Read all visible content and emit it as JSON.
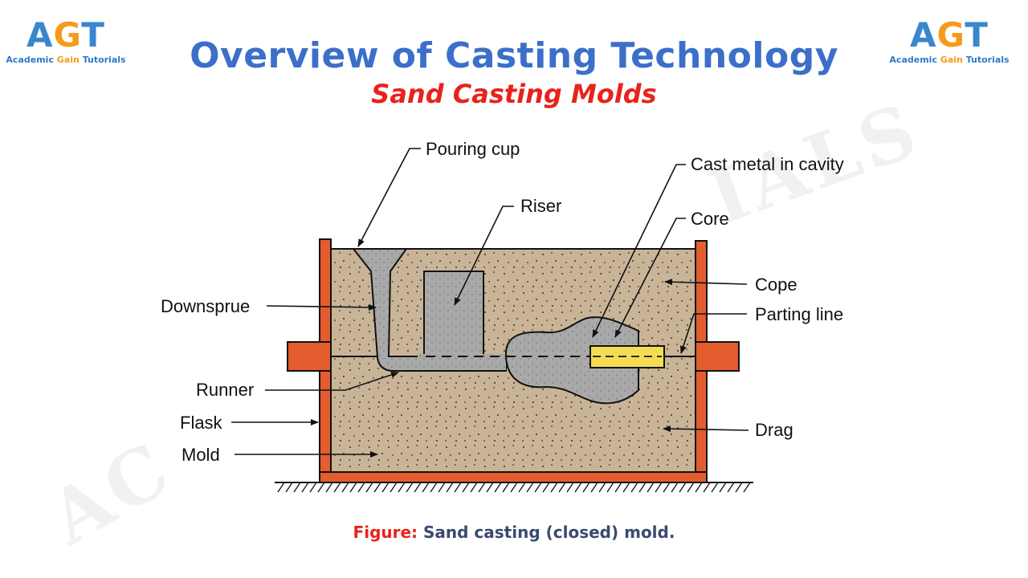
{
  "logo": {
    "mark_a": "A",
    "mark_g": "G",
    "mark_t": "T",
    "text_pre": "Academic ",
    "text_gain": "Gain",
    "text_post": " Tutorials"
  },
  "title": "Overview of Casting Technology",
  "subtitle": "Sand Casting Molds",
  "labels": {
    "pouring_cup": "Pouring cup",
    "riser": "Riser",
    "cast_metal": "Cast metal in cavity",
    "core": "Core",
    "cope": "Cope",
    "parting_line": "Parting line",
    "downsprue": "Downsprue",
    "runner": "Runner",
    "flask": "Flask",
    "mold": "Mold",
    "drag": "Drag"
  },
  "caption": {
    "prefix": "Figure:",
    "text": " Sand casting (closed) mold."
  },
  "colors": {
    "title": "#3b6fc9",
    "subtitle": "#e8231c",
    "sand": "#c9b497",
    "flask": "#e35d2f",
    "metal": "#a9a9a9",
    "core": "#f4dd55"
  }
}
